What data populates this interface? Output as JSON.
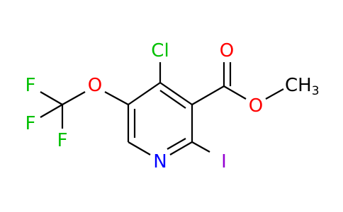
{
  "molecule": {
    "atoms": {
      "cl": "Cl",
      "n": "N",
      "i": "I",
      "o_carbonyl": "O",
      "o_ester": "O",
      "methyl_c": "CH",
      "methyl_sub": "3",
      "o_ether": "O",
      "f1": "F",
      "f2": "F",
      "f3": "F"
    },
    "colors": {
      "bond": "#000000",
      "oxygen": "#ff0000",
      "nitrogen": "#0000ff",
      "chlorine": "#00c000",
      "fluorine": "#00c000",
      "iodine": "#9400d3",
      "carbon": "#000000"
    }
  }
}
